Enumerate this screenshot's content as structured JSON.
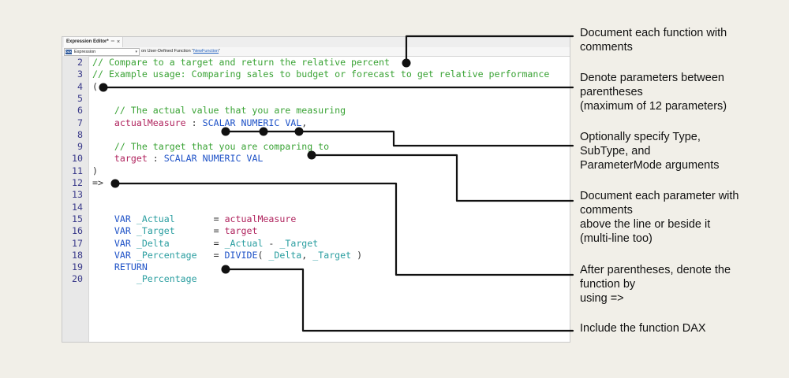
{
  "editor": {
    "tab_title": "Expression Editor*",
    "tab_icons": [
      "pin-icon",
      "close-icon"
    ],
    "scope_select": "Expression",
    "dax_badge": "DAX",
    "scope_prefix": "on User-Defined Function “",
    "scope_link": "NewFunction",
    "scope_suffix": "”"
  },
  "code_lines": [
    {
      "n": "2",
      "tokens": [
        {
          "t": "// Compare to a target and return the relative percent",
          "c": "comment"
        }
      ]
    },
    {
      "n": "3",
      "tokens": [
        {
          "t": "// Example usage: Comparing sales to budget or forecast to get relative performance",
          "c": "comment"
        }
      ]
    },
    {
      "n": "4",
      "tokens": [
        {
          "t": "(",
          "c": "plain"
        }
      ]
    },
    {
      "n": "5",
      "tokens": []
    },
    {
      "n": "6",
      "tokens": [
        {
          "t": "    // The actual value that you are measuring",
          "c": "comment"
        }
      ]
    },
    {
      "n": "7",
      "tokens": [
        {
          "t": "    ",
          "c": "plain"
        },
        {
          "t": "actualMeasure",
          "c": "param"
        },
        {
          "t": " : ",
          "c": "plain"
        },
        {
          "t": "SCALAR NUMERIC VAL",
          "c": "keyword"
        },
        {
          "t": ",",
          "c": "plain"
        }
      ]
    },
    {
      "n": "8",
      "tokens": []
    },
    {
      "n": "9",
      "tokens": [
        {
          "t": "    // The target that you are comparing to",
          "c": "comment"
        }
      ]
    },
    {
      "n": "10",
      "tokens": [
        {
          "t": "    ",
          "c": "plain"
        },
        {
          "t": "target",
          "c": "param"
        },
        {
          "t": " : ",
          "c": "plain"
        },
        {
          "t": "SCALAR NUMERIC VAL",
          "c": "keyword"
        }
      ]
    },
    {
      "n": "11",
      "tokens": [
        {
          "t": ")",
          "c": "plain"
        }
      ]
    },
    {
      "n": "12",
      "tokens": [
        {
          "t": "=>",
          "c": "plain"
        }
      ]
    },
    {
      "n": "13",
      "tokens": []
    },
    {
      "n": "14",
      "tokens": []
    },
    {
      "n": "15",
      "tokens": [
        {
          "t": "    ",
          "c": "plain"
        },
        {
          "t": "VAR",
          "c": "keyword"
        },
        {
          "t": " ",
          "c": "plain"
        },
        {
          "t": "_Actual",
          "c": "var"
        },
        {
          "t": "       = ",
          "c": "plain"
        },
        {
          "t": "actualMeasure",
          "c": "param"
        }
      ]
    },
    {
      "n": "16",
      "tokens": [
        {
          "t": "    ",
          "c": "plain"
        },
        {
          "t": "VAR",
          "c": "keyword"
        },
        {
          "t": " ",
          "c": "plain"
        },
        {
          "t": "_Target",
          "c": "var"
        },
        {
          "t": "       = ",
          "c": "plain"
        },
        {
          "t": "target",
          "c": "param"
        }
      ]
    },
    {
      "n": "17",
      "tokens": [
        {
          "t": "    ",
          "c": "plain"
        },
        {
          "t": "VAR",
          "c": "keyword"
        },
        {
          "t": " ",
          "c": "plain"
        },
        {
          "t": "_Delta",
          "c": "var"
        },
        {
          "t": "        = ",
          "c": "plain"
        },
        {
          "t": "_Actual",
          "c": "var"
        },
        {
          "t": " - ",
          "c": "plain"
        },
        {
          "t": "_Target",
          "c": "var"
        }
      ]
    },
    {
      "n": "18",
      "tokens": [
        {
          "t": "    ",
          "c": "plain"
        },
        {
          "t": "VAR",
          "c": "keyword"
        },
        {
          "t": " ",
          "c": "plain"
        },
        {
          "t": "_Percentage",
          "c": "var"
        },
        {
          "t": "   = ",
          "c": "plain"
        },
        {
          "t": "DIVIDE",
          "c": "keyword"
        },
        {
          "t": "( ",
          "c": "plain"
        },
        {
          "t": "_Delta",
          "c": "var"
        },
        {
          "t": ", ",
          "c": "plain"
        },
        {
          "t": "_Target",
          "c": "var"
        },
        {
          "t": " )",
          "c": "plain"
        }
      ]
    },
    {
      "n": "19",
      "tokens": [
        {
          "t": "    ",
          "c": "plain"
        },
        {
          "t": "RETURN",
          "c": "keyword"
        }
      ]
    },
    {
      "n": "20",
      "tokens": [
        {
          "t": "        ",
          "c": "plain"
        },
        {
          "t": "_Percentage",
          "c": "var"
        }
      ]
    }
  ],
  "callouts": [
    "Document each function with\ncomments",
    "Denote parameters between\nparentheses\n(maximum of 12 parameters)",
    "Optionally specify Type,\nSubType, and\nParameterMode arguments",
    "Document each parameter with\ncomments\nabove the line or beside it\n(multi-line too)",
    "After parentheses, denote the\nfunction by\nusing =>",
    "Include the function DAX"
  ],
  "colors": {
    "background": "#f1efe8",
    "comment": "#3aa335",
    "parameter": "#b0245e",
    "keyword": "#1e52c7",
    "variable": "#2a9ea0",
    "line_number": "#3a3a8a"
  }
}
